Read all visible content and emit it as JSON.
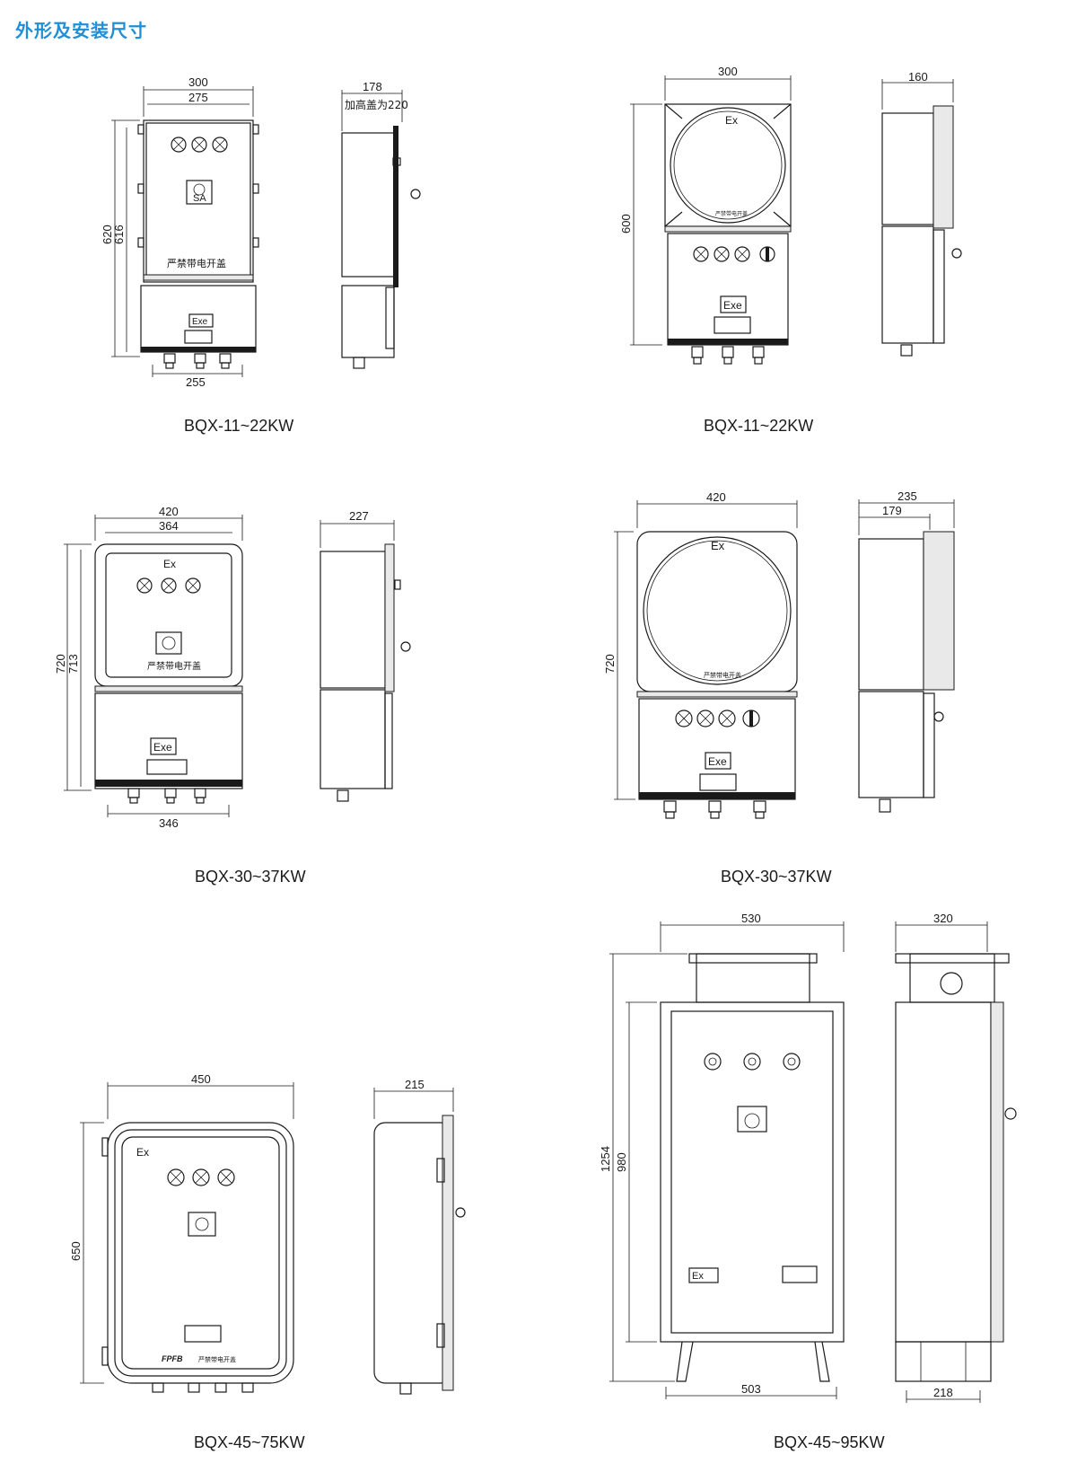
{
  "page": {
    "heading": "外形及安装尺寸"
  },
  "text": {
    "ex": "Ex",
    "exe": "Exe",
    "warning": "严禁带电开盖",
    "sa": "SA",
    "raised_lid": "加高盖为220",
    "fpfb": "FPFB"
  },
  "drawings": [
    {
      "caption": "BQX-11~22KW",
      "dims": [
        "300",
        "275",
        "620",
        "616",
        "255",
        "178"
      ]
    },
    {
      "caption": "BQX-11~22KW",
      "dims": [
        "300",
        "600",
        "160"
      ]
    },
    {
      "caption": "BQX-30~37KW",
      "dims": [
        "420",
        "364",
        "720",
        "713",
        "346",
        "227"
      ]
    },
    {
      "caption": "BQX-30~37KW",
      "dims": [
        "420",
        "720",
        "235",
        "179"
      ]
    },
    {
      "caption": "BQX-45~75KW",
      "dims": [
        "450",
        "650",
        "215"
      ]
    },
    {
      "caption": "BQX-45~95KW",
      "dims": [
        "530",
        "1254",
        "980",
        "503",
        "320",
        "218"
      ]
    }
  ]
}
